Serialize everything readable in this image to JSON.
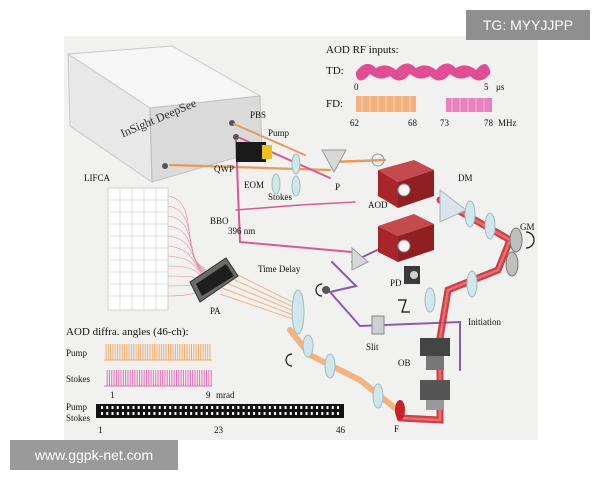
{
  "watermark": {
    "tg": "TG: MYYJJPP",
    "site": "www.ggpk-net.com"
  },
  "device": {
    "brand": "InSight DeepSee"
  },
  "labels": {
    "pbs": "PBS",
    "pump": "Pump",
    "qwp": "QWP",
    "eom": "EOM",
    "stokes": "Stokes",
    "p": "P",
    "aod": "AOD",
    "dm": "DM",
    "gm": "GM",
    "lifca": "LIFCA",
    "bbo": "BBO",
    "nm396": "396 nm",
    "time_delay": "Time Delay",
    "pa": "PA",
    "pd": "PD",
    "initiation": "Initiation",
    "slit": "Slit",
    "ob": "OB",
    "f": "F"
  },
  "rf_inputs": {
    "title": "AOD RF inputs:",
    "td": {
      "label": "TD:",
      "tick_start": "0",
      "tick_end": "5",
      "unit": "μs"
    },
    "fd": {
      "label": "FD:",
      "ticks": [
        "62",
        "68",
        "73",
        "78"
      ],
      "unit": "MHz"
    }
  },
  "angles": {
    "title": "AOD diffra. angles (46-ch):",
    "pump_label": "Pump",
    "stokes_label": "Stokes",
    "tick_start": "1",
    "tick_end": "9",
    "unit": "mrad",
    "pump_stokes_label": [
      "Pump",
      "Stokes"
    ],
    "channel_ticks": [
      "1",
      "23",
      "46"
    ],
    "channel_count": 46
  },
  "colors": {
    "pump_beam": "#e89a5a",
    "stokes_beam": "#d85a92",
    "combined_beam": "#8a5ab0",
    "laser_red": "#c8202a",
    "aod_box": "#a8262a",
    "td_wave": "#e03a8a",
    "fd_orange": "#f3a86a"
  },
  "icons": [
    "rotation-arrow-icon",
    "slit-icon",
    "photodetector-icon"
  ]
}
